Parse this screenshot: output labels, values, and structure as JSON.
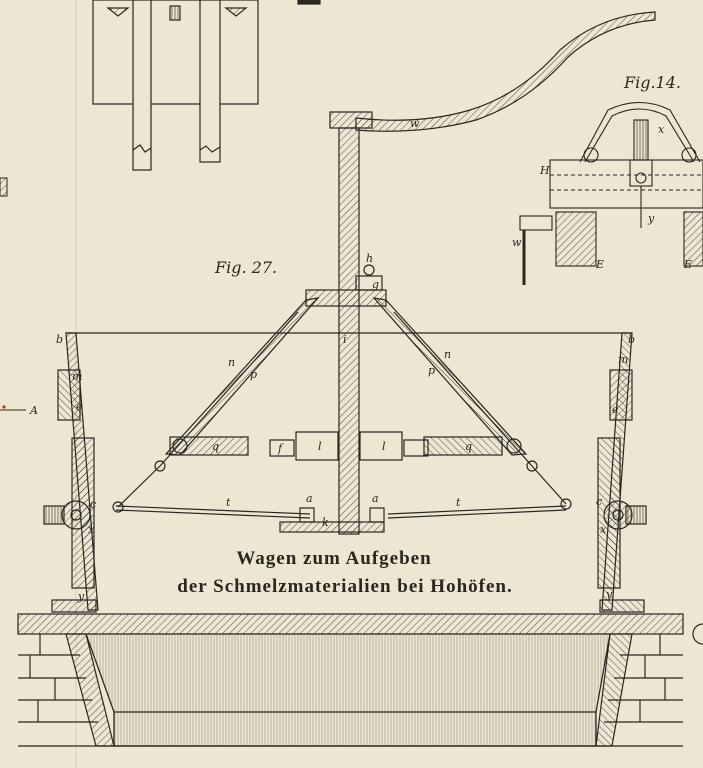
{
  "figures": {
    "fig27": "Fig. 27.",
    "fig14": "Fig.14."
  },
  "caption": {
    "line1": "Wagen zum Aufgeben",
    "line2": "der Schmelzmaterialien bei Hohöfen."
  },
  "labels": {
    "w": "w",
    "h": "h",
    "g": "g",
    "i": "i",
    "b": "b",
    "m": "m",
    "e": "e",
    "c": "c",
    "x": "x",
    "y": "y",
    "n": "n",
    "p": "p",
    "q": "q",
    "l": "l",
    "t": "t",
    "a": "a",
    "k": "k",
    "A": "A",
    "H": "H",
    "E": "E",
    "f": "f"
  },
  "colors": {
    "paper": "#ece6d2",
    "ink": "#2a2620"
  }
}
